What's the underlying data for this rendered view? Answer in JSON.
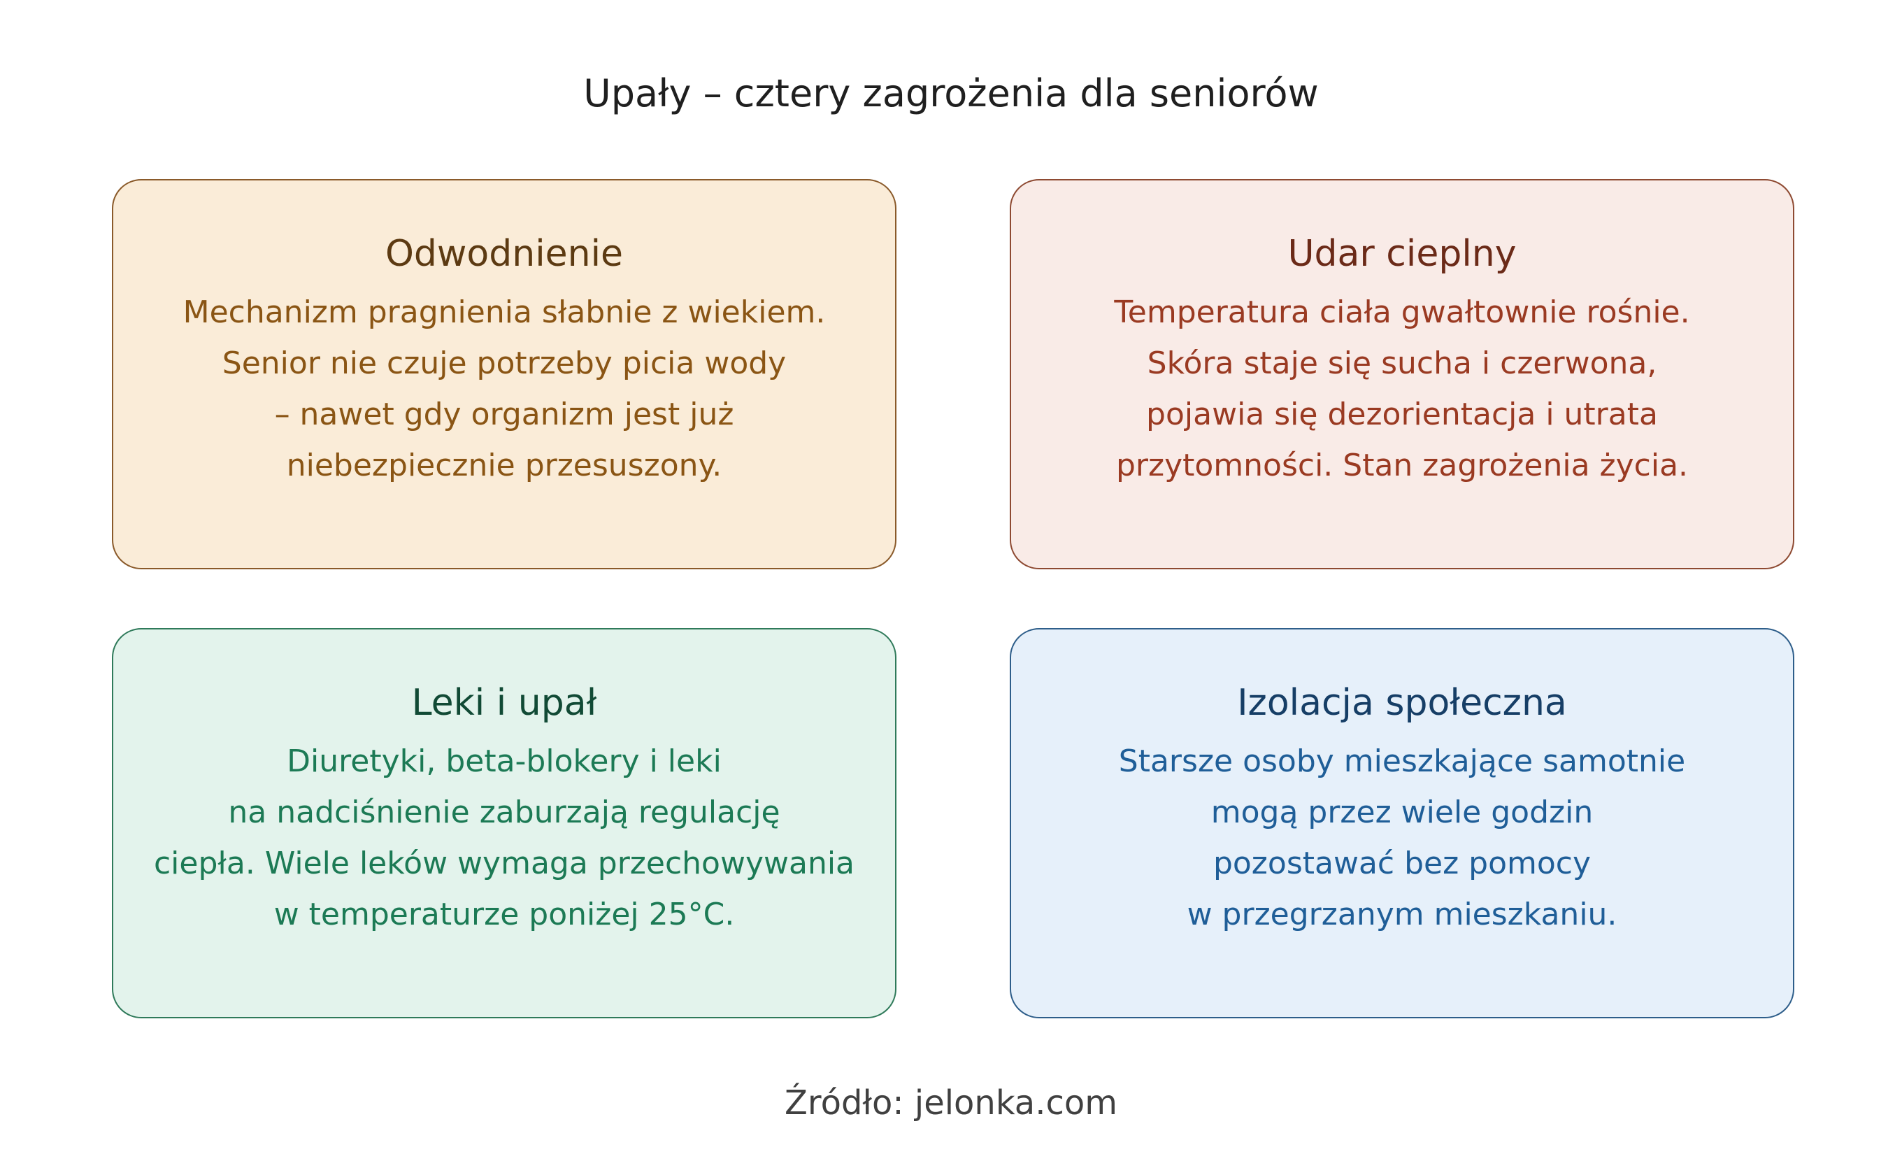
{
  "title": "Upały – cztery zagrożenia dla seniorów",
  "source": "Źródło: jelonka.com",
  "cards": [
    {
      "title": "Odwodnienie",
      "lines": [
        "Mechanizm pragnienia słabnie z wiekiem.",
        "Senior nie czuje potrzeby picia wody",
        "– nawet gdy organizm jest już",
        "niebezpiecznie przesuszony."
      ],
      "colors": {
        "background": "#faecd8",
        "border": "#8a5a2a",
        "title": "#5c3a12",
        "text": "#8a5514"
      }
    },
    {
      "title": "Udar cieplny",
      "lines": [
        "Temperatura ciała gwałtownie rośnie.",
        "Skóra staje się sucha i czerwona,",
        "pojawia się dezorientacja i utrata",
        "przytomności. Stan zagrożenia życia."
      ],
      "colors": {
        "background": "#f9ebe7",
        "border": "#8e4a32",
        "title": "#6b2a18",
        "text": "#9a3a22"
      }
    },
    {
      "title": "Leki i upał",
      "lines": [
        "Diuretyki, beta-blokery i leki",
        "na nadciśnienie zaburzają regulację",
        "ciepła. Wiele leków wymaga przechowywania",
        "w temperaturze poniżej 25°C."
      ],
      "colors": {
        "background": "#e3f3ec",
        "border": "#2f7a5a",
        "title": "#114a35",
        "text": "#1c7a55"
      }
    },
    {
      "title": "Izolacja społeczna",
      "lines": [
        "Starsze osoby mieszkające samotnie",
        "mogą przez wiele godzin",
        "pozostawać bez pomocy",
        "w przegrzanym mieszkaniu."
      ],
      "colors": {
        "background": "#e6f0fa",
        "border": "#2e5e8a",
        "title": "#163e66",
        "text": "#1f5e98"
      }
    }
  ]
}
